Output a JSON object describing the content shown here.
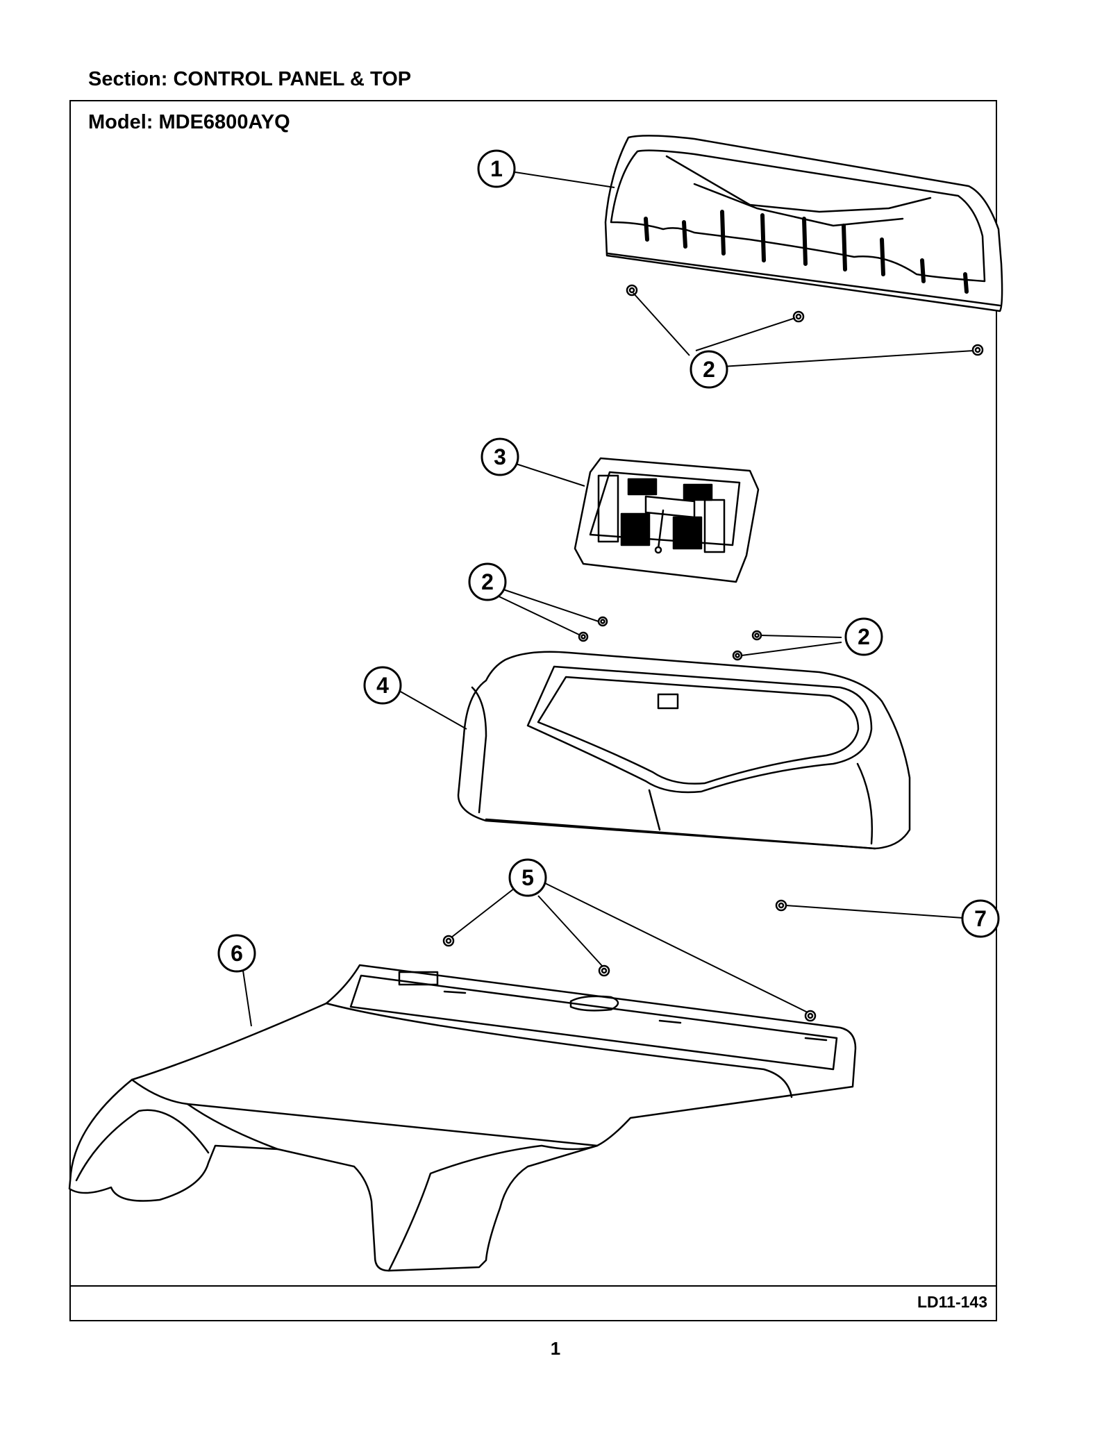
{
  "header": {
    "section_label": "Section:  CONTROL PANEL & TOP",
    "model_label": "Model:  MDE6800AYQ"
  },
  "callouts": [
    {
      "id": "1"
    },
    {
      "id": "2"
    },
    {
      "id": "3"
    },
    {
      "id": "2"
    },
    {
      "id": "2"
    },
    {
      "id": "4"
    },
    {
      "id": "5"
    },
    {
      "id": "7"
    },
    {
      "id": "6"
    }
  ],
  "footer": {
    "drawing_code": "LD11-143",
    "page_number": "1"
  }
}
